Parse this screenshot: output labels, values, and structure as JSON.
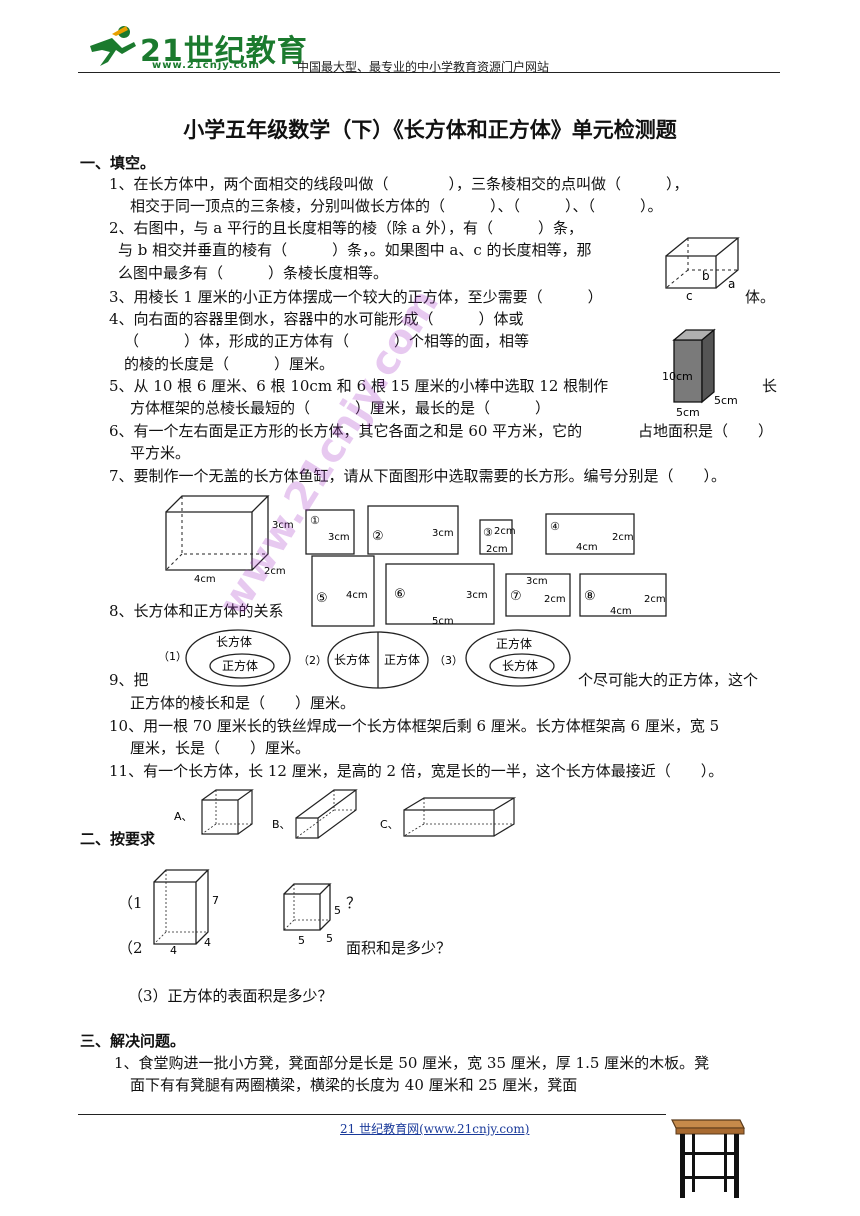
{
  "header": {
    "logo_text": "21世纪教育",
    "logo_url": "www.21cnjy.com",
    "tagline": "中国最大型、最专业的中小学教育资源门户网站"
  },
  "title": "小学五年级数学（下）《长方体和正方体》单元检测题",
  "section1": {
    "heading": "一、填空。",
    "q1a": "1、在长方体中，两个面相交的线段叫做（　　　　），三条棱相交的点叫做（　　　），",
    "q1b": "相交于同一顶点的三条棱，分别叫做长方体的（　　　）、（　　　）、（　　　）。",
    "q2a": "2、右图中，与 a 平行的且长度相等的棱（除 a 外），有（　　　）条，",
    "q2b": "与 b 相交并垂直的棱有（　　　）条，。如果图中 a、c 的长度相等，那",
    "q2c": "么图中最多有（　　　）条棱长度相等。",
    "q3": "3、用棱长 1 厘米的小正方体摆成一个较大的正方体，至少需要（　　　）",
    "q3_end": "体。",
    "q4a": "4、向右面的容器里倒水，容器中的水可能形成（　　　）体或",
    "q4b": "（　　　）体，形成的正方体有（　　　）个相等的面，相等",
    "q4c": "的棱的长度是（　　　）厘米。",
    "q5a": "5、从 10 根 6 厘米、6 根 10cm 和 6 根 15 厘米的小棒中选取 12 根制作",
    "q5a_end": "长",
    "q5b": "方体框架的总棱长最短的（　　　）厘米，最长的是（　　　）",
    "q6a": "6、有一个左右面是正方形的长方体，其它各面之和是 60 平方米，它的",
    "q6a_end": "占地面积是（　　）",
    "q6b": "平方米。",
    "q7": "7、要制作一个无盖的长方体鱼缸，请从下面图形中选取需要的长方形。编号分别是（　　）。",
    "q8": "8、长方体和正方体的关系",
    "q9a": "9、把",
    "q9a_end": "个尽可能大的正方体，这个",
    "q9b": "正方体的棱长和是（　　）厘米。",
    "q10a": "10、用一根 70 厘米长的铁丝焊成一个长方体框架后剩 6 厘米。长方体框架高 6 厘米，宽 5",
    "q10b": "厘米，长是（　　）厘米。",
    "q11": "11、有一个长方体，长 12 厘米，是高的 2 倍，宽是长的一半，这个长方体最接近（　　）。"
  },
  "section2": {
    "heading": "二、按要求",
    "p1": "（1",
    "p1_end": "？",
    "p2": "（2",
    "p2_end": "面积和是多少？",
    "p3": "（3）正方体的表面积是多少？"
  },
  "section3": {
    "heading": "三、解决问题。",
    "q1a": "1、食堂购进一批小方凳，凳面部分是长是 50 厘米，宽 35 厘米，厚 1.5 厘米的木板。凳",
    "q1b": "面下有有凳腿有两圈横梁，横梁的长度为 40 厘米和 25 厘米，凳面"
  },
  "figures": {
    "box_labels": [
      "b",
      "a",
      "c"
    ],
    "container_labels": [
      "10cm",
      "5cm",
      "5cm"
    ],
    "tank_labels": [
      "3cm",
      "4cm",
      "2cm"
    ],
    "rects": [
      {
        "num": "①",
        "labels": [
          "3cm"
        ]
      },
      {
        "num": "②",
        "labels": [
          "3cm"
        ]
      },
      {
        "num": "③",
        "labels": [
          "2cm",
          "2cm"
        ]
      },
      {
        "num": "④",
        "labels": [
          "4cm",
          "2cm"
        ]
      },
      {
        "num": "⑤",
        "labels": [
          "4cm"
        ]
      },
      {
        "num": "⑥",
        "labels": [
          "3cm",
          "5cm"
        ]
      },
      {
        "num": "⑦",
        "labels": [
          "3cm",
          "2cm"
        ]
      },
      {
        "num": "⑧",
        "labels": [
          "4cm",
          "2cm"
        ]
      }
    ],
    "venn": {
      "n1": "（1）",
      "n2": "（2）",
      "n3": "（3）",
      "cuboid": "长方体",
      "cube": "正方体"
    },
    "options": [
      "A、",
      "B、",
      "C、"
    ],
    "prism_labels": [
      "7",
      "4",
      "4"
    ],
    "cube_labels": [
      "5",
      "5",
      "5"
    ]
  },
  "watermark": "www.21cnjy.com",
  "footer": "21 世纪教育网(www.21cnjy.com)"
}
